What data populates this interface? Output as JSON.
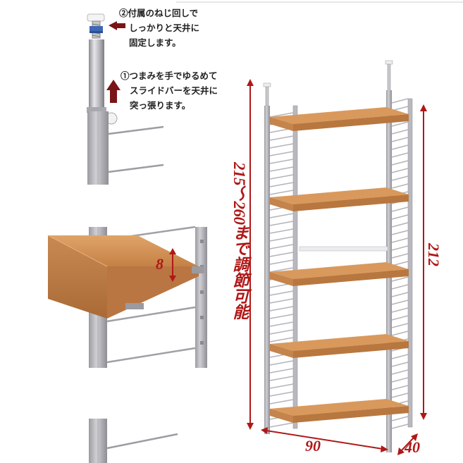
{
  "callouts": {
    "screw": {
      "lines": [
        "②付属のねじ回しで",
        "しっかりと天井に",
        "固定します。"
      ]
    },
    "knob": {
      "lines": [
        "①つまみを手でゆるめて",
        "スライドバーを天井に",
        "突っ張ります。"
      ]
    }
  },
  "dimensions": {
    "shelf_pitch": "8",
    "adjustable_height": "215～260まで調節可能",
    "height": "212",
    "width": "90",
    "depth": "40"
  },
  "colors": {
    "accent_red": "#b01818",
    "arrow_dark_red": "#7a1515",
    "frame_silver": "#b8b8be",
    "wood": "#d4945a"
  }
}
